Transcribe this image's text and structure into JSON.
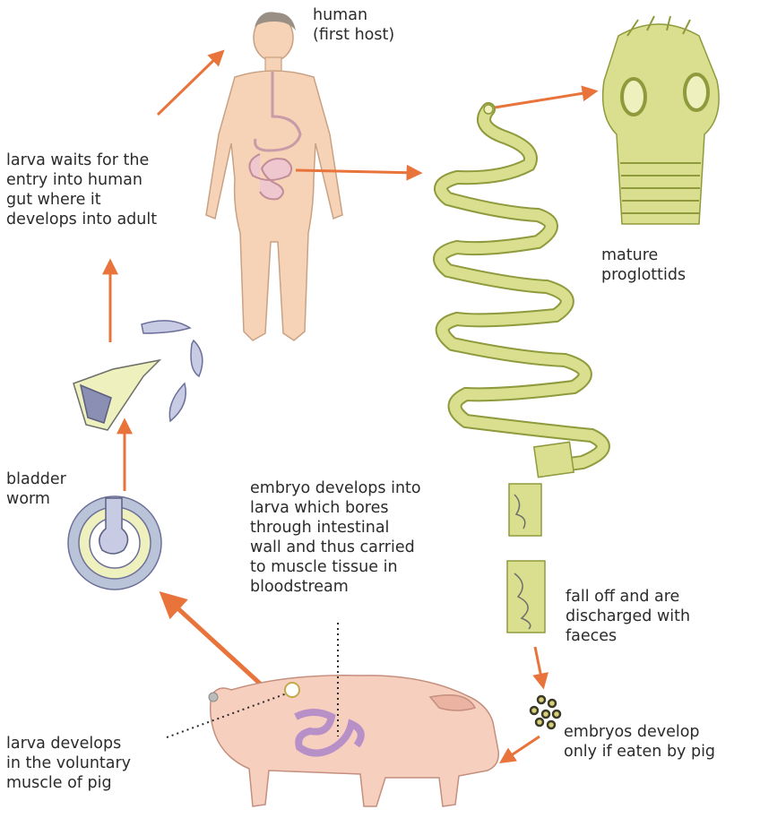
{
  "labels": {
    "human_host": "human\n(first host)",
    "larva_waits": "larva waits for the\nentry into human\ngut where it\ndevelops into adult",
    "mature_proglottids": "mature\nproglottids",
    "bladder_worm": "bladder\nworm",
    "embryo_develops": "embryo develops into\nlarva which bores\nthrough intestinal\nwall and thus carried\nto muscle tissue in\nbloodstream",
    "fall_off": "fall off and are\ndischarged with\nfaeces",
    "embryos_develop": "embryos develop\nonly if eaten by pig",
    "larva_develops": "larva develops\nin the voluntary\nmuscle of pig"
  },
  "colors": {
    "arrow": "#e8743b",
    "skin": "#f6d3b6",
    "worm": "#d9df8e",
    "bladder_ring": "#b9c4d8",
    "pig": "#f7cfbf"
  }
}
